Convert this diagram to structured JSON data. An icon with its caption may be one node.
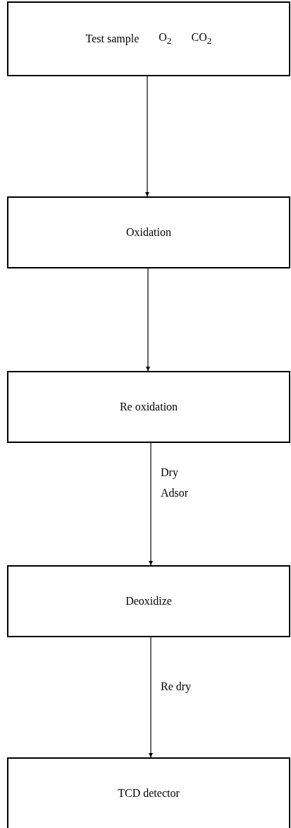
{
  "diagram": {
    "nodes": [
      {
        "text": [
          "Test sample",
          "O$_{2}$",
          "CO$_{2}$"
        ]
      },
      {
        "text": [
          "Oxidation"
        ]
      },
      {
        "text": [
          "Re oxidation"
        ]
      },
      {
        "text": [
          "Deoxidize"
        ]
      },
      {
        "text": [
          "TCD detector"
        ]
      }
    ],
    "edges": [
      {
        "from": 0,
        "to": 1,
        "arrow": "to"
      },
      {
        "from": 1,
        "to": 2,
        "arrow": "to"
      },
      {
        "from": 2,
        "to": 3,
        "arrow": "to",
        "label": "Dry Adsor"
      },
      {
        "from": 3,
        "to": 4,
        "arrow": "to",
        "label": "Re dry"
      }
    ]
  }
}
